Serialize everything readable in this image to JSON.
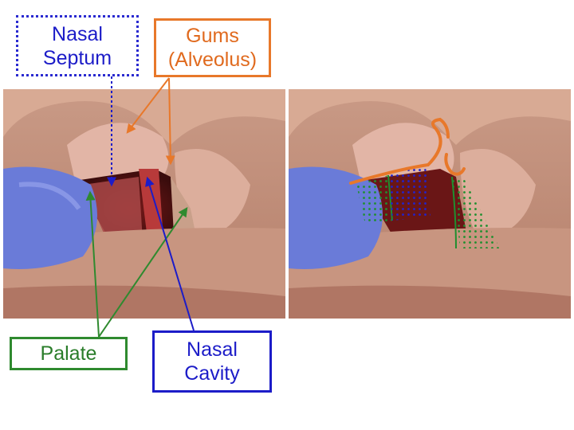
{
  "labels": {
    "nasal_septum": [
      "Nasal",
      "Septum"
    ],
    "gums": [
      "Gums",
      "(Alveolus)"
    ],
    "palate": [
      "Palate"
    ],
    "nasal_cavity": [
      "Nasal",
      "Cavity"
    ]
  },
  "colors": {
    "septum": "#2a2ad0",
    "gums": "#e8782a",
    "palate": "#2f8a2f",
    "cavity": "#1c1cc8"
  }
}
